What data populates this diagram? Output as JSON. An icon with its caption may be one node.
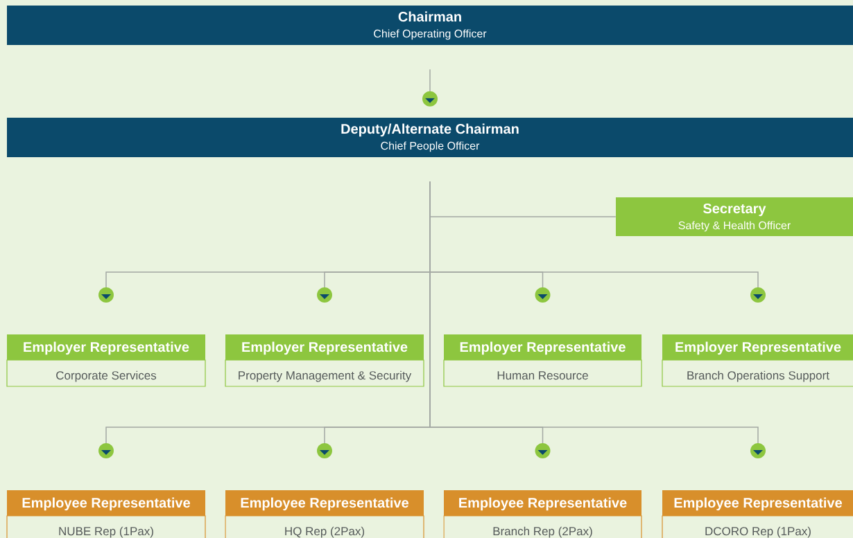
{
  "diagram": {
    "nodes": [
      {
        "text": [
          "Chairman",
          "Chief Operating Officer"
        ]
      },
      {
        "text": [
          "Deputy/Alternate Chairman",
          "Chief People Officer"
        ]
      },
      {
        "text": [
          "Secretary",
          "Safety & Health Officer"
        ]
      },
      {
        "text": [
          "Employer Representative",
          "Corporate Services"
        ]
      },
      {
        "text": [
          "Employer Representative",
          "Property Management & Security"
        ]
      },
      {
        "text": [
          "Employer Representative",
          "Human Resource"
        ]
      },
      {
        "text": [
          "Employer Representative",
          "Branch Operations Support"
        ]
      },
      {
        "text": [
          "Employee Representative",
          "NUBE Rep (1Pax)"
        ]
      },
      {
        "text": [
          "Employee Representative",
          "HQ Rep (2Pax)"
        ]
      },
      {
        "text": [
          "Employee Representative",
          "Branch Rep (2Pax)"
        ]
      },
      {
        "text": [
          "Employee Representative",
          "DCORO Rep (1Pax)"
        ]
      }
    ],
    "edges": [
      {
        "from": 0,
        "to": 1,
        "arrow": "to"
      },
      {
        "from": 1,
        "to": 2,
        "arrow": "none"
      },
      {
        "from": 1,
        "to": 3,
        "arrow": "to"
      },
      {
        "from": 1,
        "to": 4,
        "arrow": "to"
      },
      {
        "from": 1,
        "to": 5,
        "arrow": "to"
      },
      {
        "from": 1,
        "to": 6,
        "arrow": "to"
      },
      {
        "from": 1,
        "to": 7,
        "arrow": "to"
      },
      {
        "from": 1,
        "to": 8,
        "arrow": "to"
      },
      {
        "from": 1,
        "to": 9,
        "arrow": "to"
      },
      {
        "from": 1,
        "to": 10,
        "arrow": "to"
      }
    ]
  }
}
